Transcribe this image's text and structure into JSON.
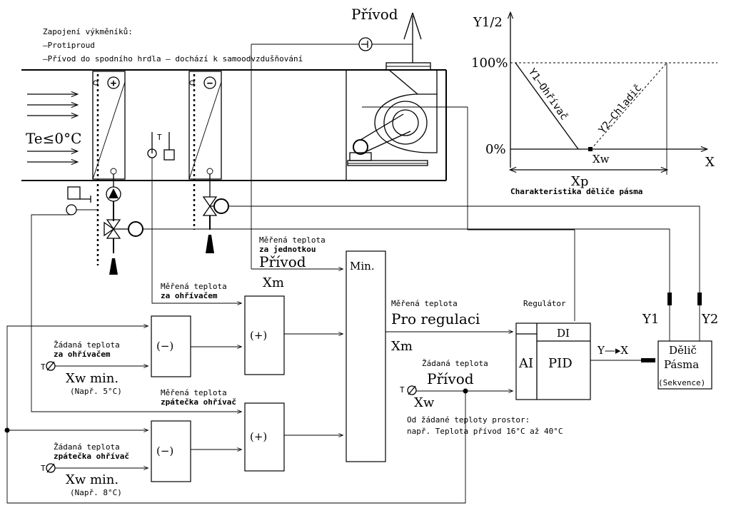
{
  "connection": {
    "title": "Zapojení výkměníků:",
    "line1": "—Protiproud",
    "line2": "—Přívod do spodního hrdla — dochází k samoodvzdušňování"
  },
  "supply_outlet": "Přívod",
  "outdoor_temp": "Te≤0°C",
  "sensor_letter": "T",
  "heater_symbol": "+",
  "cooler_symbol": "−",
  "chart": {
    "y_axis": "Y1/2",
    "x_axis": "X",
    "tick_100": "100%",
    "tick_0": "0%",
    "y1_label": "Y1—Ohřívač",
    "y2_label": "Y2—Chladič",
    "xw_label": "Xw",
    "xp_label": "Xp",
    "caption": "Charakteristika děliče pásma"
  },
  "diagram": {
    "measured_temp": "Měřená teplota",
    "behind_unit": "za jednotkou",
    "supply_big": "Přívod",
    "xm": "Xm",
    "behind_heater": "za ohřívačem",
    "for_regulation": "Pro regulaci",
    "setpoint_temp": "Žádaná teplota",
    "setpoint_behind_heater": "za ohřívačem",
    "xw_min": "Xw min.",
    "example_5": "(Např. 5°C)",
    "return_heater": "zpátečka ohřívač",
    "example_8": "(Např. 8°C)",
    "minus_block": "(−)",
    "plus_block": "(+)",
    "min_block": "Min.",
    "regulator_label": "Regulátor",
    "di": "DI",
    "ai": "AI",
    "pid": "PID",
    "y_to_x": "Y—▸X",
    "splitter_line1": "Dělič",
    "splitter_line2": "Pásma",
    "sequence": "(Sekvence)",
    "y1": "Y1",
    "y2": "Y2",
    "xw": "Xw",
    "setpoint_supply": "Přívod",
    "room_setpoint_note": "Od žádané teploty prostor:",
    "supply_range_note": "např. Teplota přívod 16°C až 40°C"
  }
}
